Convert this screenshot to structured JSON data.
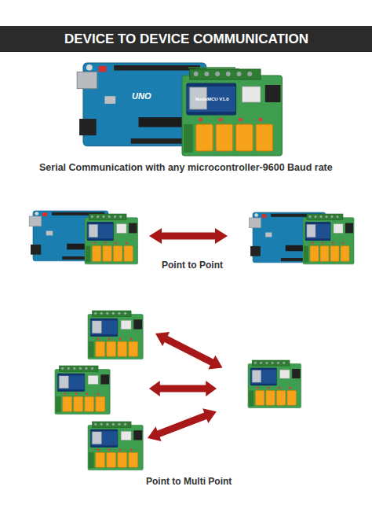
{
  "diagram": {
    "title": "DEVICE TO DEVICE COMMUNICATION",
    "labels": [
      "Serial Communication with any microcontroller-9600 Baud rate",
      "Point to Point",
      "Point to Multi Point",
      "UNO",
      "NodeMCU V1.0"
    ]
  }
}
